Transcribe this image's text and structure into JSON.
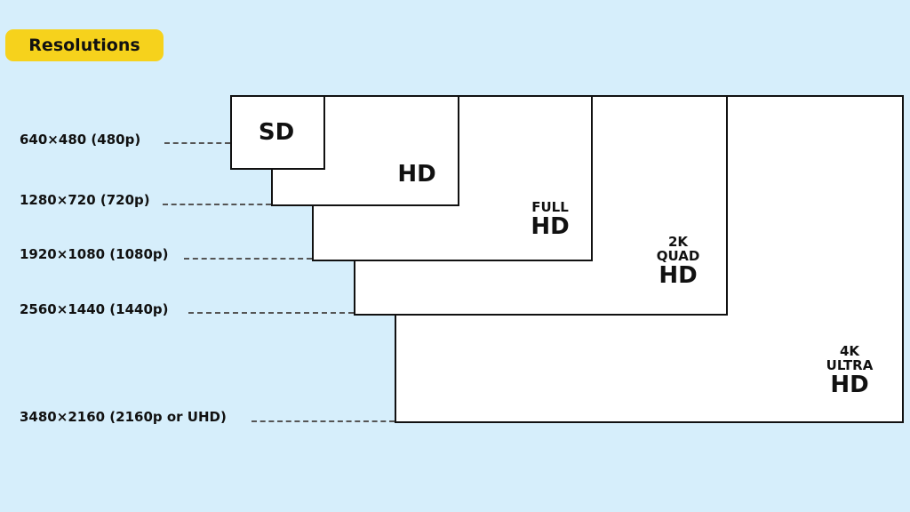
{
  "title": "Resolutions",
  "colors": {
    "background": "#d6eefb",
    "badge": "#f6d21c",
    "box_fill": "#ffffff",
    "outline": "#111111"
  },
  "resolutions": [
    {
      "text": "640×480 (480p)",
      "name_lines": [
        "SD"
      ]
    },
    {
      "text": "1280×720 (720p)",
      "name_lines": [
        "HD"
      ]
    },
    {
      "text": "1920×1080 (1080p)",
      "name_lines": [
        "FULL",
        "HD"
      ]
    },
    {
      "text": "2560×1440 (1440p)",
      "name_lines": [
        "2K",
        "QUAD",
        "HD"
      ]
    },
    {
      "text": "3480×2160 (2160p or UHD)",
      "name_lines": [
        "4K",
        "ULTRA",
        "HD"
      ]
    }
  ]
}
